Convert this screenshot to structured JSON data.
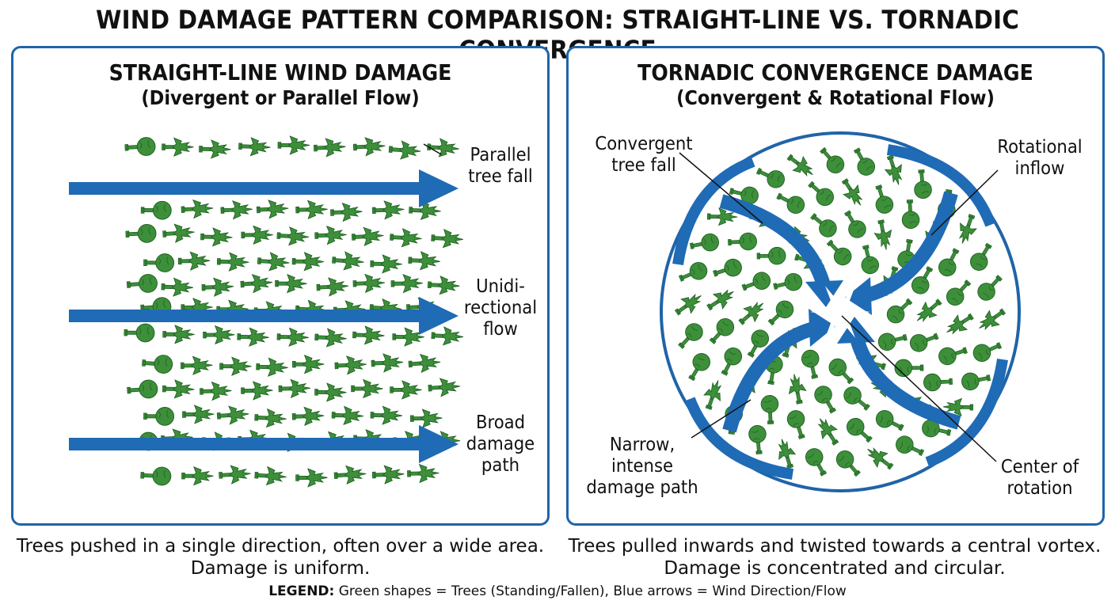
{
  "title": "WIND DAMAGE PATTERN COMPARISON: STRAIGHT-LINE VS. TORNADIC CONVERGENCE",
  "left_panel": {
    "title": "STRAIGHT-LINE WIND DAMAGE",
    "subtitle": "(Divergent or Parallel Flow)",
    "labels": {
      "parallel": "Parallel\ntree fall",
      "unidirectional": "Unidi-\nrectional\nflow",
      "broad": "Broad\ndamage\npath"
    },
    "caption_line1": "Trees pushed in a single direction, often over a wide area.",
    "caption_line2": "Damage is uniform."
  },
  "right_panel": {
    "title": "TORNADIC CONVERGENCE DAMAGE",
    "subtitle": "(Convergent & Rotational Flow)",
    "labels": {
      "convergent": "Convergent\ntree fall",
      "rotational": "Rotational\ninflow",
      "narrow": "Narrow,\nintense\ndamage path",
      "center": "Center of\nrotation"
    },
    "caption_line1": "Trees pulled inwards and twisted towards a central vortex.",
    "caption_line2": "Damage is concentrated and circular."
  },
  "legend": {
    "prefix": "LEGEND:",
    "text": " Green shapes = Trees (Standing/Fallen), Blue arrows = Wind Direction/Flow"
  },
  "colors": {
    "tree_fill": "#3d8f3a",
    "tree_stroke": "#1f5f22",
    "arrow_blue": "#1f6bb5",
    "panel_border": "#1f64a8"
  },
  "icons": {
    "tree": "tree-icon",
    "arrow": "wind-arrow-icon"
  }
}
